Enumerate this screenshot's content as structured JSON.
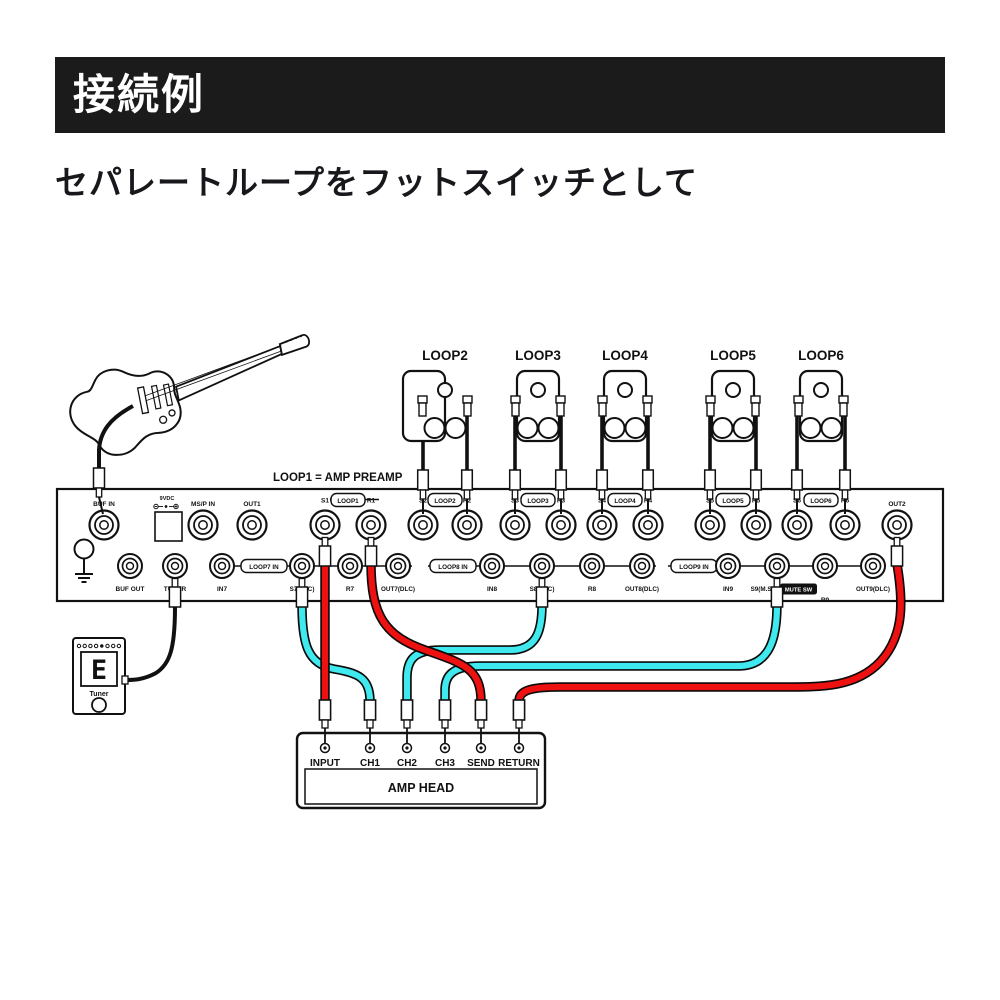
{
  "header": {
    "title": "接続例",
    "subtitle": "セパレートループをフットスイッチとして"
  },
  "note": {
    "loop1": "LOOP1 = AMP PREAMP"
  },
  "footswitches": [
    {
      "label": "LOOP2"
    },
    {
      "label": "LOOP3"
    },
    {
      "label": "LOOP4"
    },
    {
      "label": "LOOP5"
    },
    {
      "label": "LOOP6"
    }
  ],
  "rack": {
    "top_row": {
      "buf_in": "BUF IN",
      "dc_label": "9VDC",
      "msp_in": "MS/P IN",
      "out1": "OUT1",
      "out2": "OUT2",
      "loops": [
        {
          "send": "S1",
          "tag": "LOOP1",
          "ret": "R1"
        },
        {
          "send": "S2",
          "tag": "LOOP2",
          "ret": "R2"
        },
        {
          "send": "S3",
          "tag": "LOOP3",
          "ret": "R3"
        },
        {
          "send": "S4",
          "tag": "LOOP4",
          "ret": "R4"
        },
        {
          "send": "S5",
          "tag": "LOOP5",
          "ret": "R5"
        },
        {
          "send": "S6",
          "tag": "LOOP6",
          "ret": "R6"
        }
      ]
    },
    "bottom_row": {
      "buf_out": "BUF OUT",
      "tuner": "TUNER",
      "groups": [
        {
          "tag": "LOOP7 IN",
          "in": "IN7",
          "send": "S7(DLC)",
          "ret": "R7",
          "out": "OUT7(DLC)"
        },
        {
          "tag": "LOOP8 IN",
          "in": "IN8",
          "send": "S8(DLC)",
          "ret": "R8",
          "out": "OUT8(DLC)"
        },
        {
          "tag": "LOOP9 IN",
          "in": "IN9",
          "send": "S9(M.S.)",
          "ret": "R9",
          "out": "OUT9(DLC)"
        }
      ],
      "mute_tag": "MUTE SW"
    }
  },
  "tuner_pedal": {
    "display": "E",
    "label": "Tuner"
  },
  "amp": {
    "title": "AMP HEAD",
    "jacks": [
      "INPUT",
      "CH1",
      "CH2",
      "CH3",
      "SEND",
      "RETURN"
    ]
  },
  "cables": [
    {
      "from": "Guitar",
      "to": "BUF IN",
      "color": "black"
    },
    {
      "from": "TUNER",
      "to": "Tuner pedal",
      "color": "black"
    },
    {
      "from": "S1",
      "to": "AMP INPUT",
      "color": "red"
    },
    {
      "from": "AMP SEND",
      "to": "R1",
      "color": "red"
    },
    {
      "from": "OUT2",
      "to": "AMP RETURN",
      "color": "red"
    },
    {
      "from": "S7(DLC)",
      "to": "AMP CH1",
      "color": "cyan"
    },
    {
      "from": "S8(DLC)",
      "to": "AMP CH2",
      "color": "cyan"
    },
    {
      "from": "S9(M.S.)",
      "to": "AMP CH3",
      "color": "cyan"
    },
    {
      "from": "LOOP2 footswitch",
      "to": "S2 / R2",
      "color": "black"
    },
    {
      "from": "LOOP3 footswitch",
      "to": "S3 / R3",
      "color": "black"
    },
    {
      "from": "LOOP4 footswitch",
      "to": "S4 / R4",
      "color": "black"
    },
    {
      "from": "LOOP5 footswitch",
      "to": "S5 / R5",
      "color": "black"
    },
    {
      "from": "LOOP6 footswitch",
      "to": "S6 / R6",
      "color": "black"
    }
  ],
  "colors": {
    "cable_red": "#ee1111",
    "cable_cyan": "#3fe9ee",
    "title_bg": "#1b1b1b",
    "ink": "#111111"
  }
}
